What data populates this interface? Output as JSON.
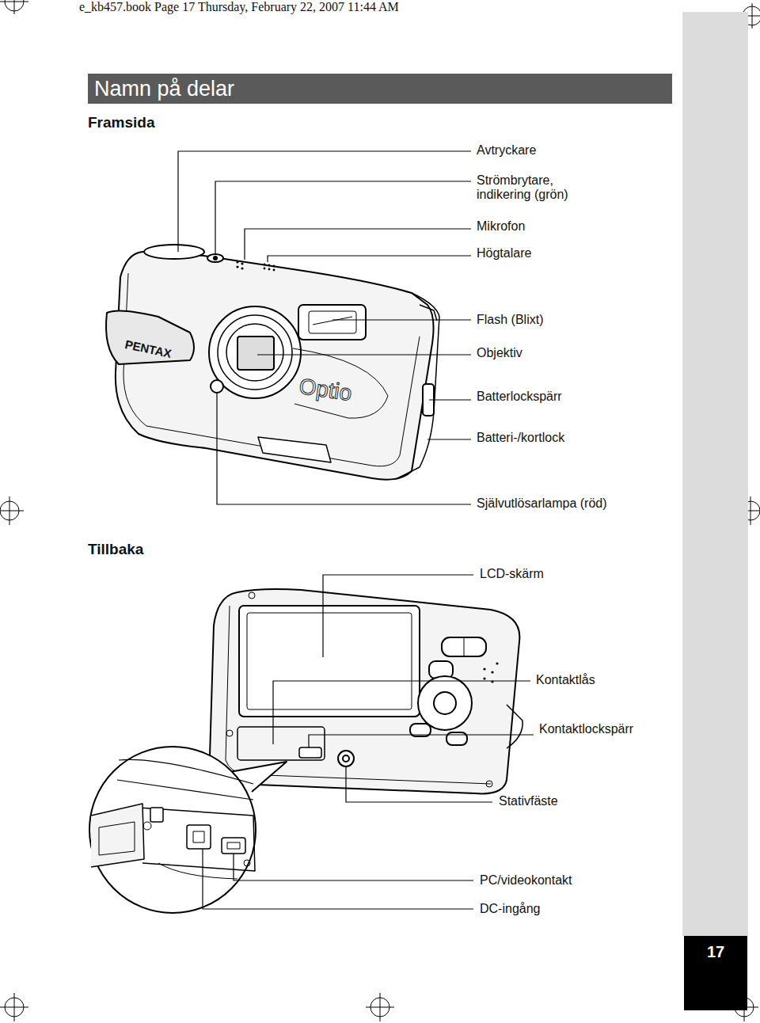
{
  "diagram": {
    "title": "Namn på delar",
    "labels": [
      "e_kb457.book  Page 17  Thursday, February 22, 2007  11:44 AM",
      "Framsida",
      "Avtryckare",
      "Strömbrytare, indikering (grön)",
      "Mikrofon",
      "Högtalare",
      "Flash (Blixt)",
      "Objektiv",
      "Batterlockspärr",
      "Batteri-/kortlock",
      "Självutlösarlampa (röd)",
      "PENTAX",
      "Optio",
      "Tillbaka",
      "LCD-skärm",
      "Kontaktlås",
      "Kontaktlockspärr",
      "Stativfäste",
      "PC/videokontakt",
      "DC-ingång",
      "17"
    ]
  }
}
